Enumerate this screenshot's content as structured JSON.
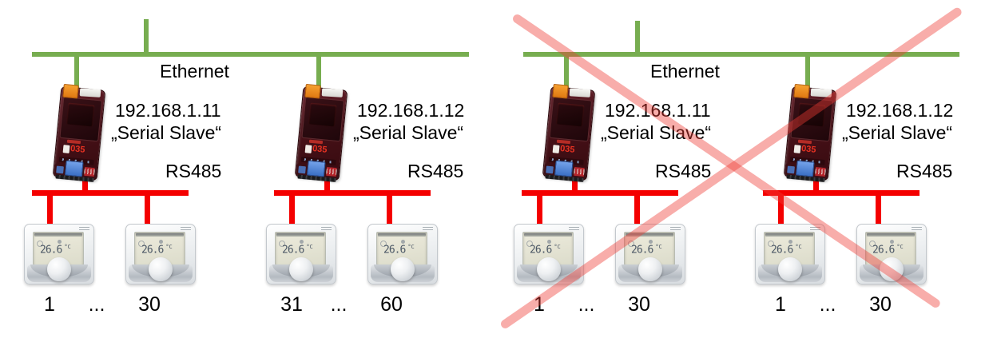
{
  "left_diagram": {
    "ethernet_label": "Ethernet",
    "crossed_out": false,
    "units": [
      {
        "ip": "192.168.1.11",
        "mode": "„Serial Slave“",
        "bus_label": "RS485",
        "addr_first": "1",
        "addr_dots": "...",
        "addr_last": "30"
      },
      {
        "ip": "192.168.1.12",
        "mode": "„Serial Slave“",
        "bus_label": "RS485",
        "addr_first": "31",
        "addr_dots": "...",
        "addr_last": "60"
      }
    ]
  },
  "right_diagram": {
    "ethernet_label": "Ethernet",
    "crossed_out": true,
    "units": [
      {
        "ip": "192.168.1.11",
        "mode": "„Serial Slave“",
        "bus_label": "RS485",
        "addr_first": "1",
        "addr_dots": "...",
        "addr_last": "30"
      },
      {
        "ip": "192.168.1.12",
        "mode": "„Serial Slave“",
        "bus_label": "RS485",
        "addr_first": "1",
        "addr_dots": "...",
        "addr_last": "30"
      }
    ]
  },
  "converter": {
    "model": "035"
  },
  "thermostat": {
    "display_value": "26.6",
    "display_unit": "°C"
  },
  "colors": {
    "ethernet_green": "#77AD50",
    "rs485_red": "#F40000",
    "cross_red": "#EE3C34",
    "text": "#000000"
  }
}
